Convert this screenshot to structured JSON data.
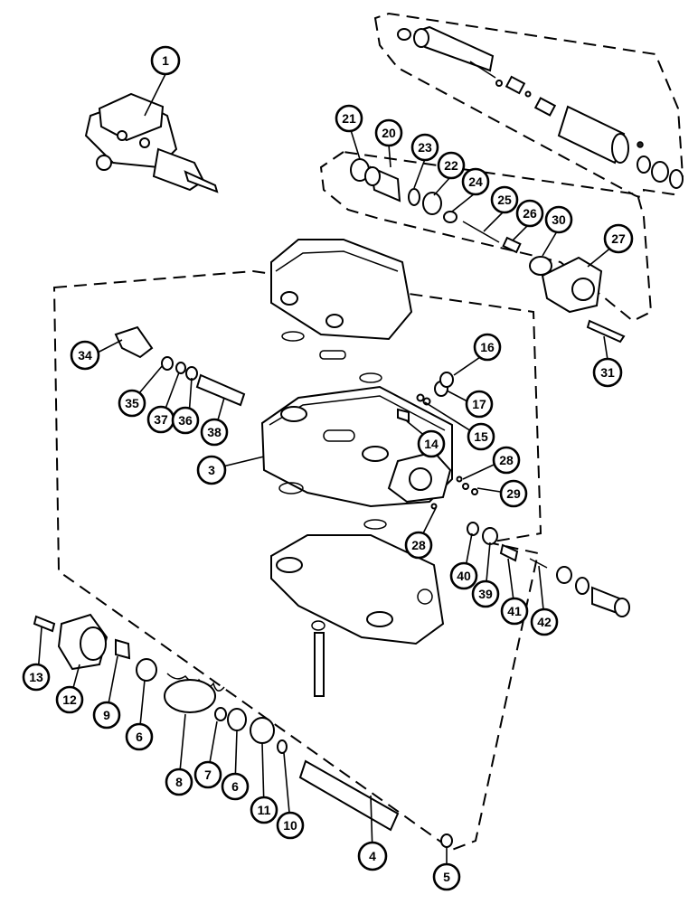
{
  "callouts": {
    "c1": "1",
    "c3": "3",
    "c4": "4",
    "c5": "5",
    "c6a": "6",
    "c6b": "6",
    "c7": "7",
    "c8": "8",
    "c9": "9",
    "c10": "10",
    "c11": "11",
    "c12": "12",
    "c13": "13",
    "c14": "14",
    "c15": "15",
    "c16": "16",
    "c17": "17",
    "c20": "20",
    "c21": "21",
    "c22": "22",
    "c23": "23",
    "c24": "24",
    "c25": "25",
    "c26": "26",
    "c27": "27",
    "c28a": "28",
    "c28b": "28",
    "c29": "29",
    "c30": "30",
    "c31": "31",
    "c34": "34",
    "c35": "35",
    "c36": "36",
    "c37": "37",
    "c38": "38",
    "c39": "39",
    "c40": "40",
    "c41": "41",
    "c42": "42"
  }
}
